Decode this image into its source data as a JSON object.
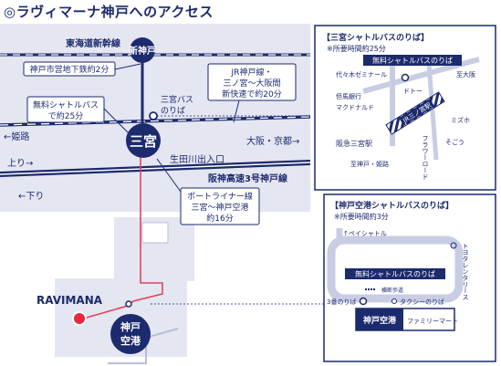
{
  "title": "◎ラヴィマーナ神戸へのアクセス",
  "colors": {
    "navy": "#1c2a6e",
    "block": "#e4e6f1",
    "road": "#c8cde4",
    "red_route": "#e0455a",
    "red_dot": "#e8283e"
  },
  "main_map": {
    "lines": {
      "tokaido": "東海道新幹線",
      "hanshin_expressway": "阪神高速3号神戸線",
      "ikutagawa": "生田川出入口",
      "himeji": "←姫路",
      "osaka_kyoto": "大阪・京都→",
      "nobori": "上り→",
      "kudari": "←下り"
    },
    "stations": {
      "shin_kobe": "新神戸",
      "sannomiya": "三宮",
      "kobe_airport": [
        "神戸",
        "空港"
      ]
    },
    "callouts": {
      "subway": "神戸市営地下鉄約2分",
      "shuttle": [
        "無料シャトルバス",
        "で約25分"
      ],
      "bus_stop": [
        "三宮バス",
        "のりば"
      ],
      "jr": [
        "JR神戸線・",
        "三ノ宮〜大阪間",
        "新快速で約20分"
      ],
      "port_liner": [
        "ポートライナー線",
        "三宮〜神戸空港",
        "約16分"
      ]
    },
    "destination": "RAVIMANA"
  },
  "inset_sannomiya": {
    "title": "【三宮シャトルバスのりば】",
    "time": "※所要時間約25分",
    "bus_label": "無料シャトルバスのりば",
    "places": {
      "yoyogi": "代々木ゼミナール",
      "to_osaka": "至大阪",
      "dotor": "ドトー",
      "tajima": "但馬銀行",
      "mcdonalds": "マクドナルド",
      "jr_station": "JR三ノ宮駅",
      "mizuho": "ミズホ",
      "sogo": "そごう",
      "hankyu": "阪急三宮駅",
      "to_kobe_himeji": "至神戸・姫路",
      "flower_road": "フラワーロード"
    }
  },
  "inset_airport": {
    "title": "【神戸空港シャトルバスのりば】",
    "time": "※所要時間約3分",
    "bus_label": "無料シャトルバスのりば",
    "places": {
      "pei_shuttle": "↑ペイシャトル",
      "toyota_rental": "トヨタレンタリース",
      "walkway": "横断歩道",
      "platform3": "3番のりば",
      "taxi": "タクシーのりば",
      "kobe_airport": "神戸空港",
      "familymart": "ファミリーマート"
    }
  }
}
